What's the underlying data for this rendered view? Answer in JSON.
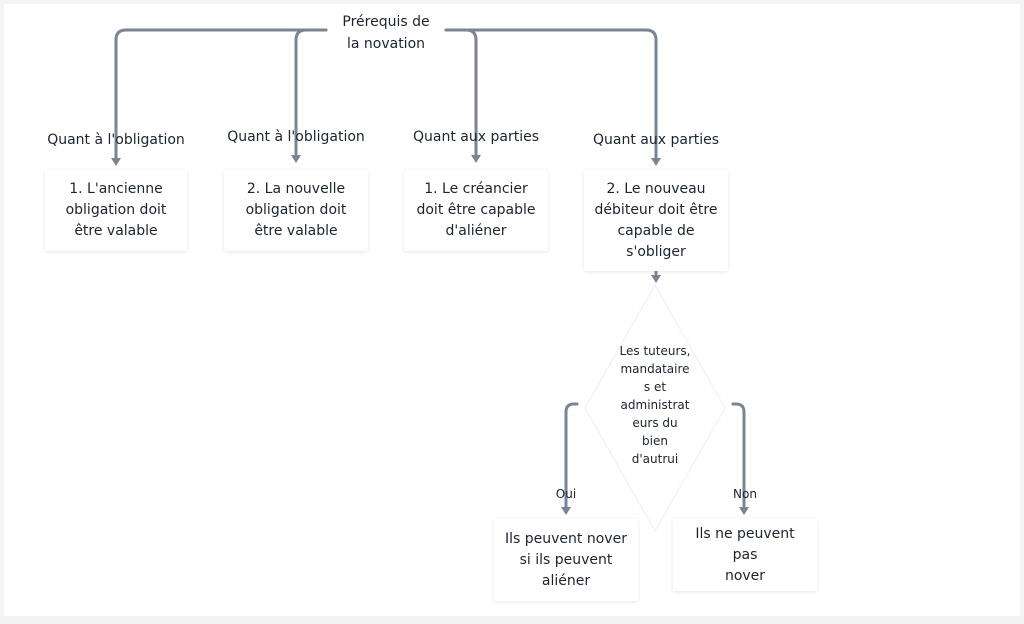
{
  "root": {
    "title": "Prérequis de\nla novation"
  },
  "branches": [
    {
      "edge_label": "Quant à l'obligation",
      "box_text": "1. L'ancienne\nobligation doit\nêtre valable"
    },
    {
      "edge_label": "Quant à l'obligation",
      "box_text": "2. La nouvelle\nobligation doit\nêtre valable"
    },
    {
      "edge_label": "Quant aux parties",
      "box_text": "1. Le créancier\ndoit être capable\nd'aliéner"
    },
    {
      "edge_label": "Quant aux parties",
      "box_text": "2. Le nouveau\ndébiteur doit être\ncapable de\ns'obliger"
    }
  ],
  "decision": {
    "question": "Les tuteurs,\nmandataire\ns et\nadministrat\neurs du\nbien\nd'autrui",
    "yes_label": "Oui",
    "no_label": "Non",
    "yes_outcome": "Ils peuvent nover\nsi ils peuvent\naliéner",
    "no_outcome": "Ils ne peuvent pas\nnover"
  },
  "colors": {
    "connector": "#7a8593",
    "text": "#1c2430",
    "background": "#ffffff"
  }
}
